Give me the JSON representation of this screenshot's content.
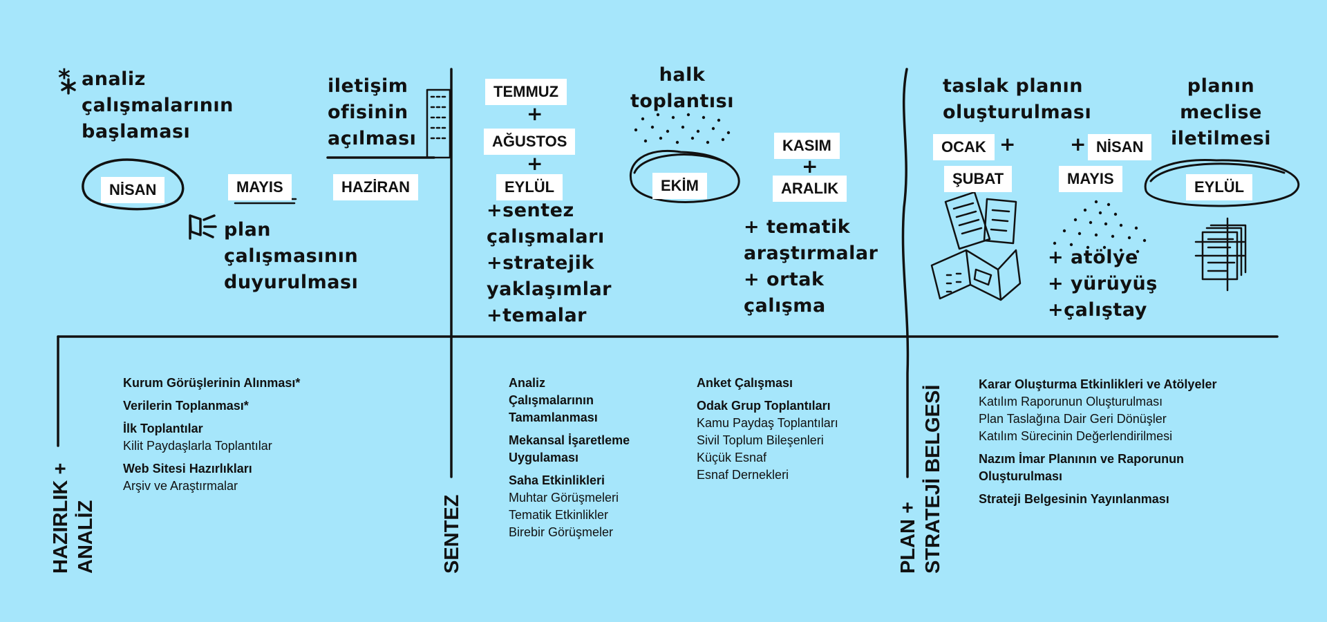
{
  "top": {
    "analiz_note": "analiz\nçalışmalarının\nbaşlaması",
    "nisan_1": "NİSAN",
    "mayis_1": "MAYIS",
    "plan_note": "plan\nçalışmasının\nduyurulması",
    "iletisim_note": "iletişim\nofisinin\naçılması",
    "haziran": "HAZİRAN",
    "temmuz": "TEMMUZ",
    "agustos": "AĞUSTOS",
    "eylul_1": "EYLÜL",
    "sentez_note": "+sentez\nçalışmaları\n+stratejik\nyaklaşımlar\n+temalar",
    "halk_note": "halk\ntoplantısı",
    "ekim": "EKİM",
    "kasim": "KASIM",
    "aralik": "ARALIK",
    "tematik_note": "+ tematik\naraştırmalar\n+ ortak\nçalışma",
    "taslak_note": "taslak planın\noluşturulması",
    "ocak": "OCAK",
    "subat": "ŞUBAT",
    "nisan_2": "NİSAN",
    "mayis_2": "MAYIS",
    "atolye_note": "+ atölye\n+ yürüyüş\n+çalıştay",
    "meclis_note": "planın\nmeclise\niletilmesi",
    "eylul_2": "EYLÜL",
    "asterisk": "*",
    "plus": "+"
  },
  "phases": {
    "hazirlik": "HAZIRLIK +\nANALİZ",
    "sentez": "SENTEZ",
    "plan": "PLAN +\nSTRATEJİ BELGESİ"
  },
  "columns": {
    "c1": [
      {
        "head": "Kurum Görüşlerinin Alınması*",
        "items": []
      },
      {
        "head": "Verilerin Toplanması*",
        "items": []
      },
      {
        "head": "İlk Toplantılar",
        "items": [
          "Kilit Paydaşlarla Toplantılar"
        ]
      },
      {
        "head": "Web Sitesi Hazırlıkları",
        "items": [
          "Arşiv ve Araştırmalar"
        ]
      }
    ],
    "c2": [
      {
        "head": "Analiz\nÇalışmalarının\nTamamlanması",
        "items": []
      },
      {
        "head": "Mekansal İşaretleme\nUygulaması",
        "items": []
      },
      {
        "head": "Saha Etkinlikleri",
        "items": [
          "Muhtar Görüşmeleri",
          "Tematik Etkinlikler",
          "Birebir Görüşmeler"
        ]
      }
    ],
    "c3": [
      {
        "head": "Anket Çalışması",
        "items": []
      },
      {
        "head": "Odak Grup Toplantıları",
        "items": [
          "Kamu Paydaş Toplantıları",
          "Sivil Toplum Bileşenleri",
          "Küçük Esnaf",
          "Esnaf Dernekleri"
        ]
      }
    ],
    "c4": [
      {
        "head": "Karar Oluşturma Etkinlikleri ve Atölyeler",
        "items": [
          "Katılım Raporunun Oluşturulması",
          "Plan Taslağına Dair Geri Dönüşler",
          "Katılım Sürecinin Değerlendirilmesi"
        ]
      },
      {
        "head": "Nazım İmar Planının ve Raporunun\nOluşturulması",
        "items": []
      },
      {
        "head": "Strateji Belgesinin Yayınlanması",
        "items": []
      }
    ]
  },
  "colors": {
    "background": "#a6e6fb",
    "ink": "#111111",
    "tag": "#ffffff"
  }
}
